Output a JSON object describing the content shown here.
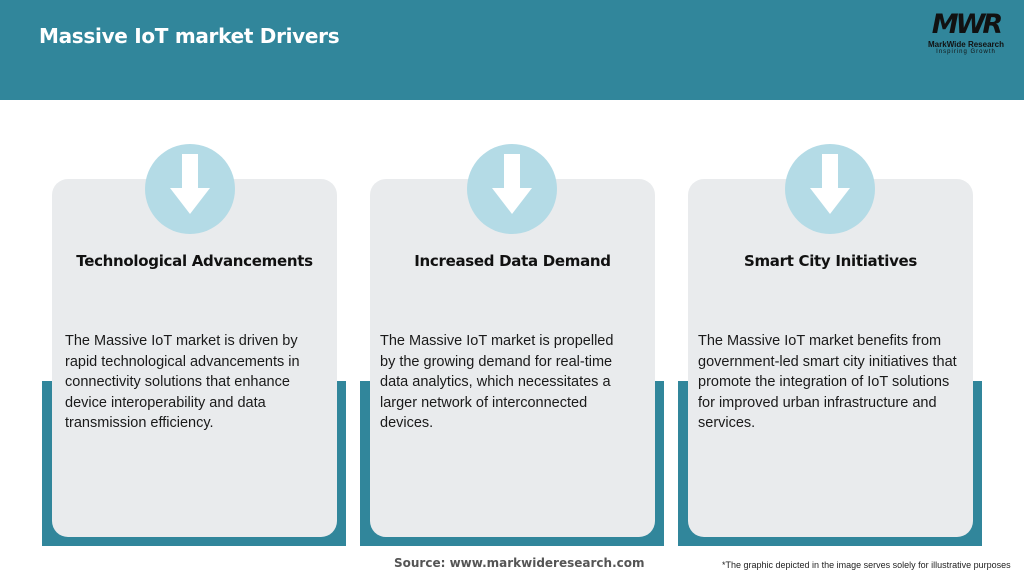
{
  "header": {
    "title": "Massive IoT market Drivers",
    "background_color": "#31869b",
    "logo": {
      "mark": "MWR",
      "name": "MarkWide Research",
      "tagline": "Inspiring Growth"
    }
  },
  "cards": [
    {
      "icon": "arrow-down-icon",
      "title": "Technological Advancements",
      "text": "The Massive IoT market is driven by rapid technological advancements in connectivity solutions that enhance device interoperability and data transmission efficiency."
    },
    {
      "icon": "arrow-down-icon",
      "title": "Increased Data Demand",
      "text": "The Massive IoT market is propelled by the growing demand for real-time data analytics, which necessitates a larger network of interconnected devices."
    },
    {
      "icon": "arrow-down-icon",
      "title": "Smart City Initiatives",
      "text": "The Massive IoT market benefits from government-led smart city initiatives that promote the integration of IoT solutions for improved urban infrastructure and services."
    }
  ],
  "colors": {
    "accent": "#31869b",
    "card": "#e9ebed",
    "icon_circle": "#b4dbe6"
  },
  "footer": {
    "source": "Source: www.markwideresearch.com",
    "disclaimer": "*The graphic depicted in the image serves solely for illustrative purposes"
  }
}
